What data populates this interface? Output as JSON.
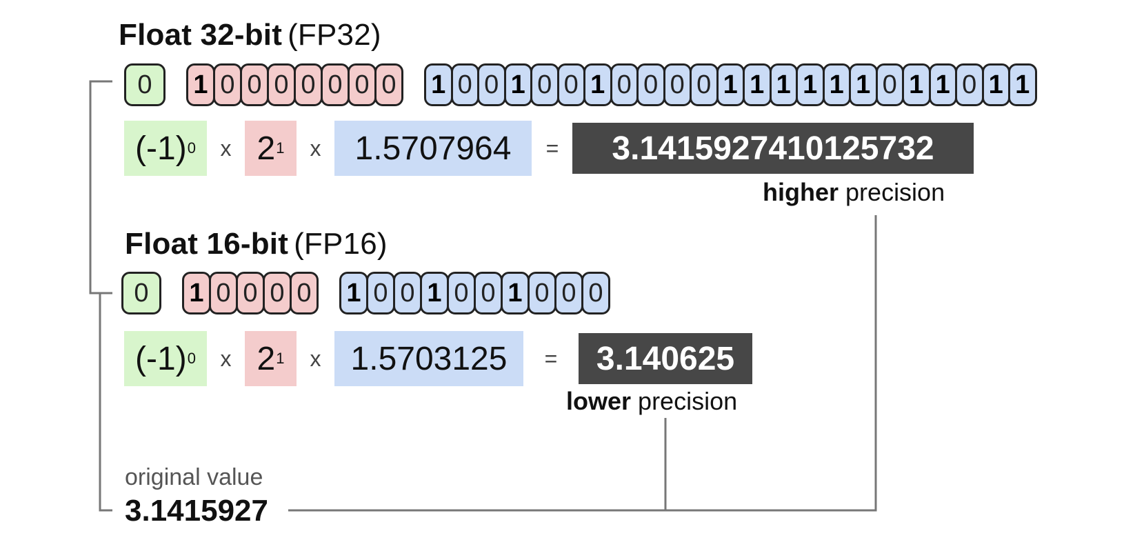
{
  "fp32": {
    "title": "Float 32-bit",
    "subtitle": "(FP32)",
    "sign_bits": "0",
    "exponent_bits": "10000000",
    "mantissa_bits": "10010010000111111011011",
    "sign_base": "(-1)",
    "sign_power": "0",
    "exp_base": "2",
    "exp_power": "1",
    "mantissa_value": "1.5707964",
    "times": "x",
    "equals": "=",
    "result": "3.1415927410125732",
    "precision_bold": "higher",
    "precision_text": "precision"
  },
  "fp16": {
    "title": "Float 16-bit",
    "subtitle": "(FP16)",
    "sign_bits": "0",
    "exponent_bits": "10000",
    "mantissa_bits": "1001001000",
    "sign_base": "(-1)",
    "sign_power": "0",
    "exp_base": "2",
    "exp_power": "1",
    "mantissa_value": "1.5703125",
    "times": "x",
    "equals": "=",
    "result": "3.140625",
    "precision_bold": "lower",
    "precision_text": "precision"
  },
  "original": {
    "label": "original value",
    "value": "3.1415927"
  },
  "colors": {
    "sign": "#d8f5cc",
    "exponent": "#f4cccc",
    "mantissa": "#cbdcf6",
    "result_bg": "#474747",
    "connector": "#777777"
  }
}
